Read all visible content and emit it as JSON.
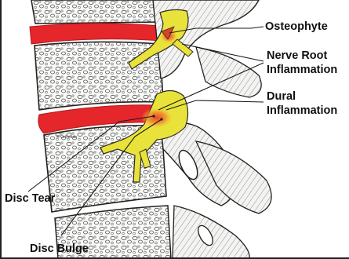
{
  "labels": {
    "osteophyte": "Osteophyte",
    "nerve_root_line1": "Nerve Root",
    "nerve_root_line2": "Inflammation",
    "dural_line1": "Dural",
    "dural_line2": "Inflammation",
    "disc_tear": "Disc Tear",
    "disc_bulge": "Disc Bulge"
  },
  "watermark": "© OrthoInfo",
  "colors": {
    "disc": "#e5262a",
    "nerve": "#e9e23a",
    "inflammation": "#f08a2c",
    "bone": "#f4f4f2",
    "ink": "#1a1a1a"
  }
}
